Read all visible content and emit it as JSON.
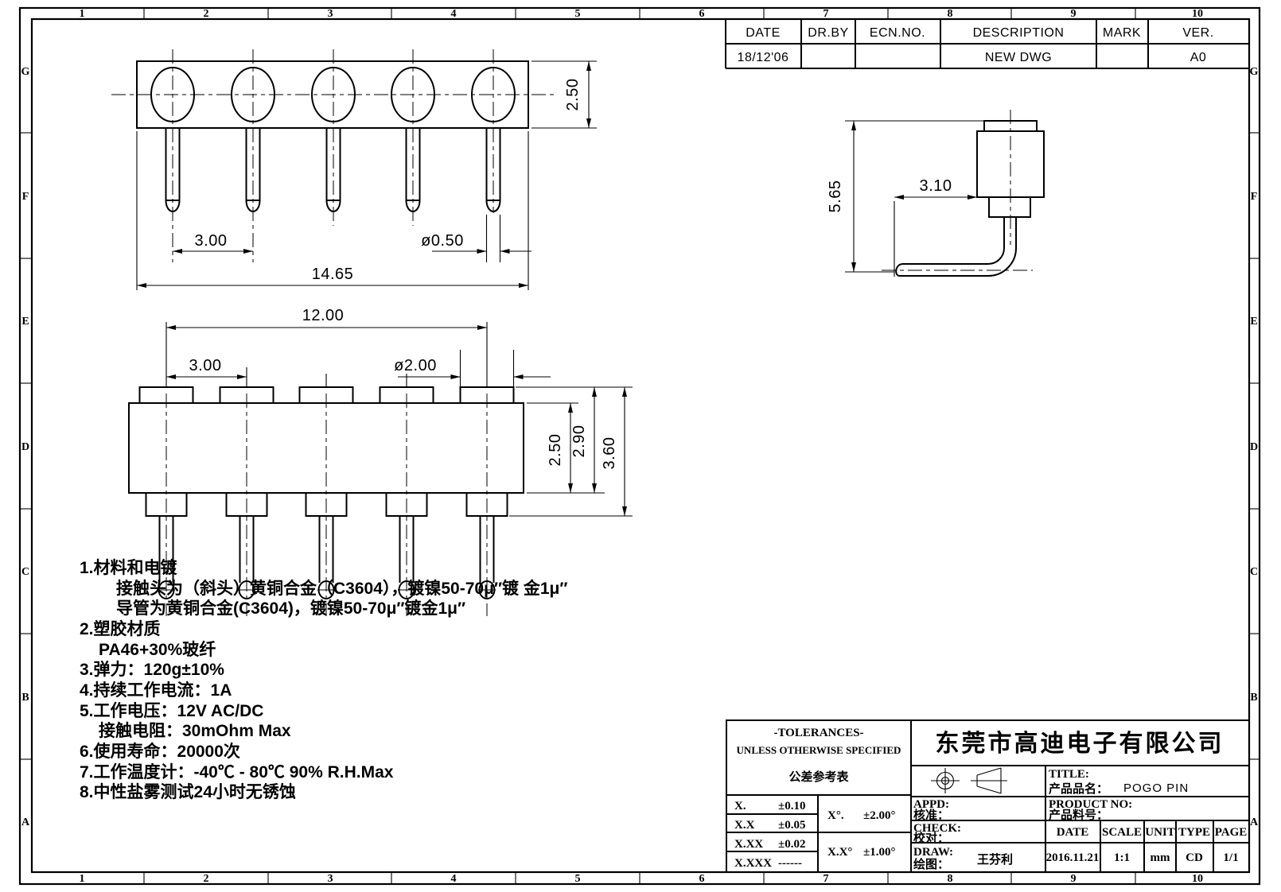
{
  "sheet": {
    "grid_columns": [
      "1",
      "2",
      "3",
      "4",
      "5",
      "6",
      "7",
      "8",
      "9",
      "10"
    ],
    "grid_rows": [
      "G",
      "F",
      "E",
      "D",
      "C",
      "B",
      "A"
    ]
  },
  "revision_table": {
    "headers": {
      "date": "DATE",
      "dr_by": "DR.BY",
      "ecn_no": "ECN.NO.",
      "description": "DESCRIPTION",
      "mark": "MARK",
      "ver": "VER."
    },
    "entry": {
      "date": "18/12'06",
      "dr_by": "",
      "ecn_no": "",
      "description": "NEW DWG",
      "mark": "",
      "ver": "A0"
    }
  },
  "dimensions": {
    "top_view": {
      "height": "2.50",
      "pitch": "3.00",
      "pin_diameter": "ø0.50",
      "overall_length": "14.65"
    },
    "front_view": {
      "span": "12.00",
      "pitch": "3.00",
      "cap_diameter": "ø2.00",
      "body_height": "2.50",
      "height_with_cap": "2.90",
      "total_height": "3.60"
    },
    "side_view": {
      "overall_height": "5.65",
      "tail_length": "3.10"
    }
  },
  "notes": {
    "n1": "1.材料和电镀",
    "n1a": "接触头为（斜头）黄铜合金（C3604），镀镍50-70μ″镀 金1μ″",
    "n1b": "导管为黄铜合金(C3604)，镀镍50-70μ″镀金1μ″",
    "n2": "2.塑胶材质",
    "n2a": "PA46+30%玻纤",
    "n3": "3.弹力：120g±10%",
    "n4": "4.持续工作电流：1A",
    "n5": "5.工作电压：12V AC/DC",
    "n5a": "接触电阻：30mOhm Max",
    "n6": "6.使用寿命：20000次",
    "n7": "7.工作温度计：-40℃ - 80℃  90% R.H.Max",
    "n8": "8.中性盐雾测试24小时无锈蚀"
  },
  "title_block": {
    "tolerances": {
      "title": "-TOLERANCES-",
      "subtitle": "UNLESS OTHERWISE SPECIFIED",
      "subtitle_cn": "公差参考表",
      "rows": [
        {
          "label": "X.",
          "value": "±0.10"
        },
        {
          "label": "X.X",
          "value": "±0.05"
        },
        {
          "label": "X.XX",
          "value": "±0.02"
        },
        {
          "label": "X.XXX",
          "value": "------"
        }
      ],
      "angle_rows": [
        {
          "label": "X°.",
          "value": "±2.00°"
        },
        {
          "label": "X.X°",
          "value": "±1.00°"
        }
      ]
    },
    "company": "东莞市高迪电子有限公司",
    "title_label": "TITLE:",
    "product_name_label": "产品品名：",
    "product_name": "POGO PIN",
    "product_no_label": "PRODUCT NO:",
    "product_no_label_cn": "产品料号：",
    "appd_label": "APPD:",
    "appd_label_cn": "核准：",
    "check_label": "CHECK:",
    "check_label_cn": "校对：",
    "draw_label": "DRAW:",
    "draw_label_cn": "绘图：",
    "draw_value": "王芬利",
    "headers": {
      "date": "DATE",
      "scale": "SCALE",
      "unit": "UNIT",
      "type": "TYPE",
      "page": "PAGE"
    },
    "values": {
      "date": "2016.11.21",
      "scale": "1:1",
      "unit": "mm",
      "type": "CD",
      "page": "1/1"
    }
  }
}
